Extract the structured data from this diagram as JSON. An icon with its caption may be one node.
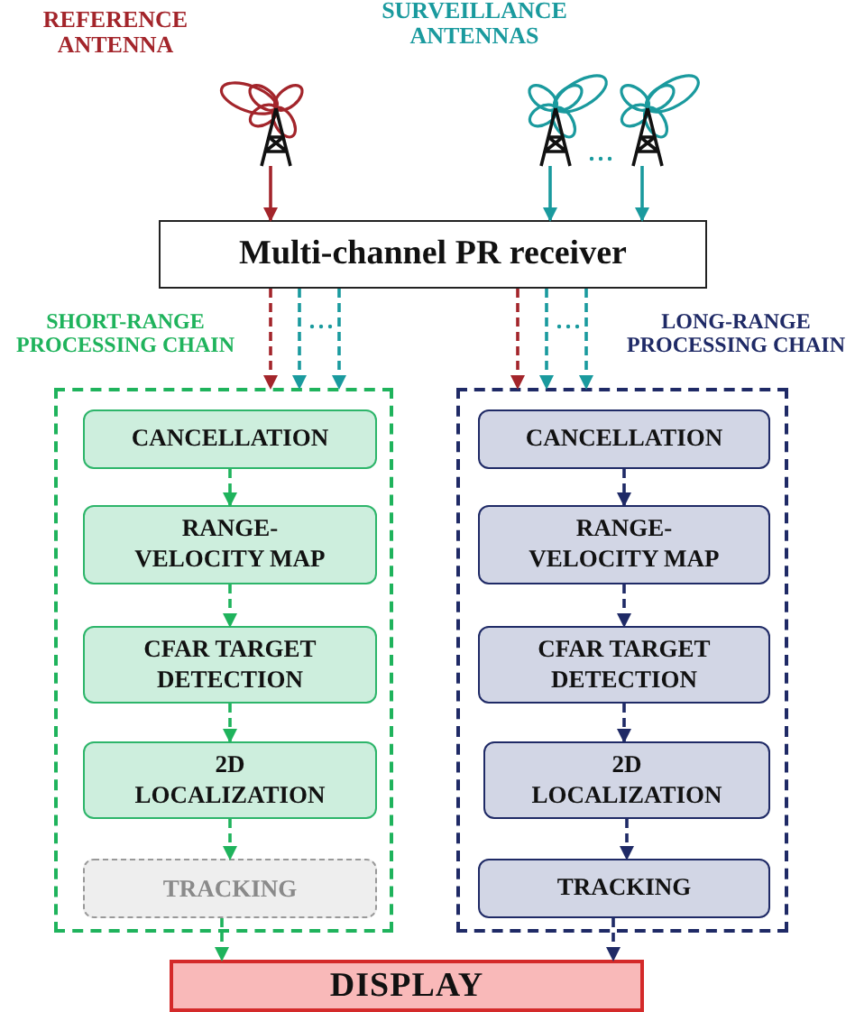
{
  "diagram": {
    "nodes": [
      {
        "text": [],
        "shape": "picture",
        "beside": [
          "REFERENCE ANTENNA"
        ]
      },
      {
        "text": [],
        "shape": "picture"
      },
      {
        "text": [],
        "shape": "picture"
      },
      {
        "text": [
          "Multi-channel PR receiver"
        ]
      },
      {
        "text": [
          "SHORT-RANGE PROCESSING CHAIN"
        ]
      },
      {
        "text": [
          "CANCELLATION"
        ],
        "in": 4
      },
      {
        "text": [
          "RANGE-VELOCITY MAP"
        ],
        "in": 4
      },
      {
        "text": [
          "CFAR TARGET DETECTION"
        ],
        "in": 4
      },
      {
        "text": [
          "2D LOCALIZATION"
        ],
        "in": 4
      },
      {
        "text": [
          "TRACKING"
        ],
        "in": 4
      },
      {
        "text": [
          "LONG-RANGE PROCESSING CHAIN"
        ]
      },
      {
        "text": [
          "CANCELLATION"
        ],
        "in": 10
      },
      {
        "text": [
          "RANGE-VELOCITY MAP"
        ],
        "in": 10
      },
      {
        "text": [
          "CFAR TARGET DETECTION"
        ],
        "in": 10
      },
      {
        "text": [
          "2D LOCALIZATION"
        ],
        "in": 10
      },
      {
        "text": [
          "TRACKING"
        ],
        "in": 10
      },
      {
        "text": [
          "DISPLAY"
        ]
      }
    ],
    "edges": [
      {
        "from": 0,
        "to": 3,
        "arrow": "to",
        "color": "#a3252b"
      },
      {
        "from": 1,
        "to": 3,
        "arrow": "to",
        "color": "#1a9a9e"
      },
      {
        "from": 2,
        "to": 3,
        "arrow": "to",
        "color": "#1a9a9e"
      },
      {
        "from": 3,
        "to": 4,
        "arrow": "to",
        "style": "dashed",
        "color": "#a3252b"
      },
      {
        "from": 3,
        "to": 4,
        "arrow": "to",
        "style": "dashed",
        "color": "#1a9a9e"
      },
      {
        "from": 3,
        "to": 4,
        "arrow": "to",
        "style": "dashed",
        "color": "#1a9a9e"
      },
      {
        "from": 3,
        "to": 10,
        "arrow": "to",
        "style": "dashed",
        "color": "#a3252b"
      },
      {
        "from": 3,
        "to": 10,
        "arrow": "to",
        "style": "dashed",
        "color": "#1a9a9e"
      },
      {
        "from": 3,
        "to": 10,
        "arrow": "to",
        "style": "dashed",
        "color": "#1a9a9e"
      },
      {
        "from": 5,
        "to": 6,
        "arrow": "to",
        "style": "dashed",
        "color": "#1fb35c"
      },
      {
        "from": 6,
        "to": 7,
        "arrow": "to",
        "style": "dashed",
        "color": "#1fb35c"
      },
      {
        "from": 7,
        "to": 8,
        "arrow": "to",
        "style": "dashed",
        "color": "#1fb35c"
      },
      {
        "from": 8,
        "to": 9,
        "arrow": "to",
        "style": "dashed",
        "color": "#1fb35c"
      },
      {
        "from": 9,
        "to": 16,
        "arrow": "to",
        "style": "dashed",
        "color": "#1fb35c"
      },
      {
        "from": 11,
        "to": 12,
        "arrow": "to",
        "style": "dashed",
        "color": "#1f2a66"
      },
      {
        "from": 12,
        "to": 13,
        "arrow": "to",
        "style": "dashed",
        "color": "#1f2a66"
      },
      {
        "from": 13,
        "to": 14,
        "arrow": "to",
        "style": "dashed",
        "color": "#1f2a66"
      },
      {
        "from": 14,
        "to": 15,
        "arrow": "to",
        "style": "dashed",
        "color": "#1f2a66"
      },
      {
        "from": 15,
        "to": 16,
        "arrow": "to",
        "style": "dashed",
        "color": "#1f2a66"
      }
    ],
    "labels": [
      "SURVEILLANCE ANTENNAS"
    ]
  }
}
